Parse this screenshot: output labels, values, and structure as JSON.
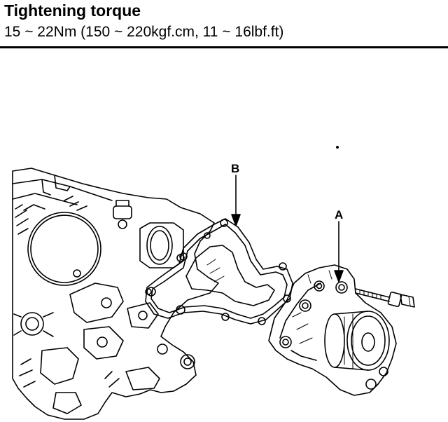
{
  "header": {
    "title": "Tightening torque",
    "spec": "15 ~ 22Nm (150 ~ 220kgf.cm, 11 ~ 16lbf.ft)"
  },
  "figure": {
    "label_a": "A",
    "label_b": "B"
  }
}
